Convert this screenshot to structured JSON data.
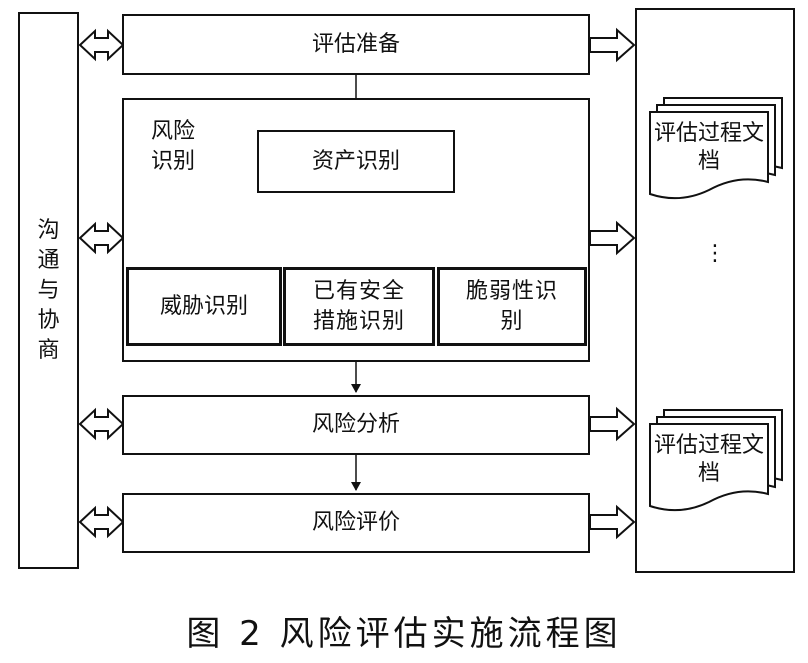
{
  "left_panel": {
    "label": "沟通与协商"
  },
  "boxes": {
    "prepare": "评估准备",
    "risk_identification_label": "风险识别",
    "asset_identification": "资产识别",
    "threat_identification": "威胁识别",
    "existing_measures_identification": "已有安全措施识别",
    "vulnerability_identification": "脆弱性识别",
    "risk_analysis": "风险分析",
    "risk_evaluation": "风险评价"
  },
  "documents": [
    {
      "label": "评估过程文档"
    },
    {
      "label": "评估过程文档"
    }
  ],
  "ellipsis": "⋮",
  "caption": "图 2 风险评估实施流程图"
}
